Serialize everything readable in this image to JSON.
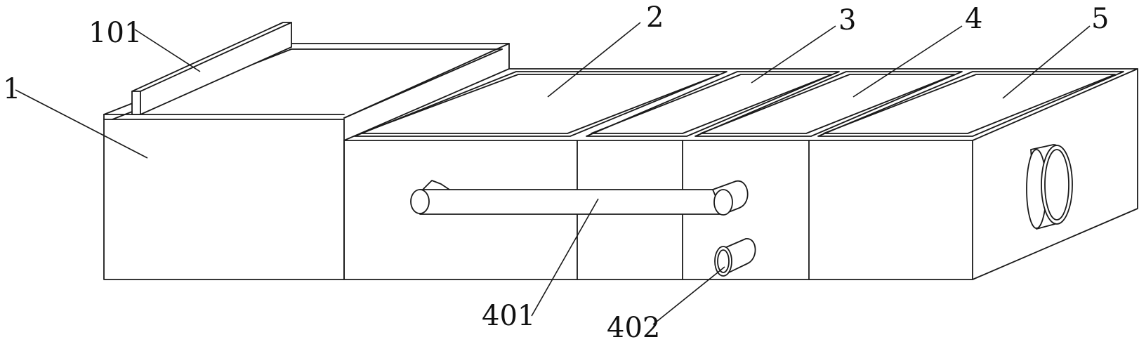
{
  "labels": {
    "part_1": "1",
    "part_101": "101",
    "part_2": "2",
    "part_3": "3",
    "part_4": "4",
    "part_5": "5",
    "part_401": "401",
    "part_402": "402"
  },
  "colors": {
    "line": "#1a1a1a",
    "background": "#ffffff"
  }
}
